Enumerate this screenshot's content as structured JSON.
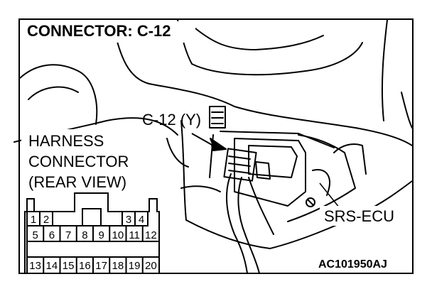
{
  "title": "CONNECTOR: C-12",
  "callout_connector": "C-12 (Y)",
  "harness_label": [
    "HARNESS",
    "CONNECTOR",
    "(REAR VIEW)"
  ],
  "ecu_label": "SRS-ECU",
  "figure_code": "AC101950AJ",
  "pins": {
    "row1": [
      "1",
      "2",
      "",
      "",
      "",
      "",
      "",
      "3",
      "4"
    ],
    "row2": [
      "5",
      "6",
      "7",
      "8",
      "9",
      "10",
      "11",
      "12"
    ],
    "row3": [
      "13",
      "14",
      "15",
      "16",
      "17",
      "18",
      "19",
      "20"
    ]
  }
}
